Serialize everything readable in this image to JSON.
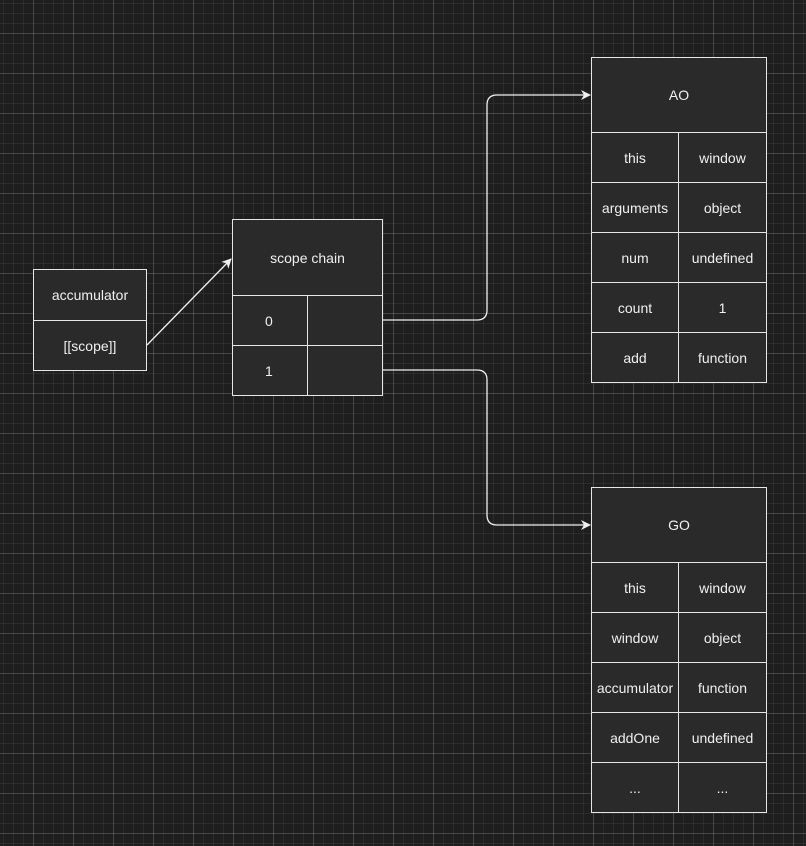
{
  "accumulator_box": {
    "title": "accumulator",
    "scope": "[[scope]]"
  },
  "scope_chain": {
    "title": "scope chain",
    "rows": [
      {
        "index": "0",
        "value": ""
      },
      {
        "index": "1",
        "value": ""
      }
    ]
  },
  "ao": {
    "title": "AO",
    "rows": [
      {
        "key": "this",
        "value": "window"
      },
      {
        "key": "arguments",
        "value": "object"
      },
      {
        "key": "num",
        "value": "undefined"
      },
      {
        "key": "count",
        "value": "1"
      },
      {
        "key": "add",
        "value": "function"
      }
    ]
  },
  "go": {
    "title": "GO",
    "rows": [
      {
        "key": "this",
        "value": "window"
      },
      {
        "key": "window",
        "value": "object"
      },
      {
        "key": "accumulator",
        "value": "function"
      },
      {
        "key": "addOne",
        "value": "undefined"
      },
      {
        "key": "...",
        "value": "..."
      }
    ]
  },
  "colors": {
    "background": "#1e1e1e",
    "box_fill": "#2a2a2a",
    "stroke": "#e6e6e6",
    "text": "#f0f0f0"
  }
}
